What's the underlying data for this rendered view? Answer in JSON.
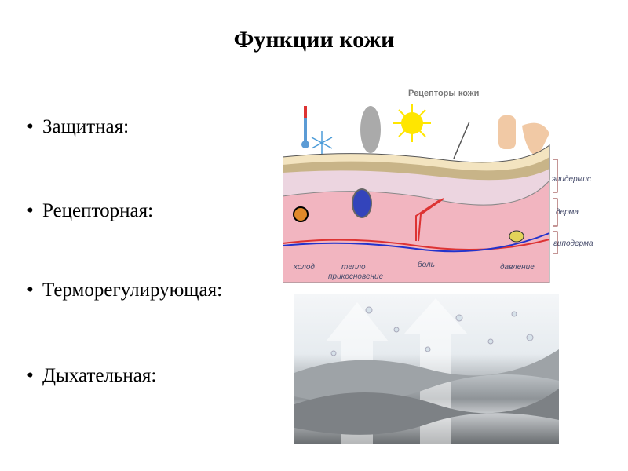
{
  "title": "Функции кожи",
  "bullets": [
    {
      "marker": "•",
      "label": "Защитная:"
    },
    {
      "marker": "•",
      "label": "Рецепторная:"
    },
    {
      "marker": "•",
      "label": "Терморегулирующая:"
    },
    {
      "marker": "•",
      "label": "Дыхательная:"
    }
  ],
  "diagram": {
    "title": "Рецепторы кожи",
    "layers": [
      "эпидермис",
      "дерма",
      "гиподерма"
    ],
    "receptors": [
      "холод",
      "тепло",
      "прикосновение",
      "боль",
      "давление"
    ]
  }
}
